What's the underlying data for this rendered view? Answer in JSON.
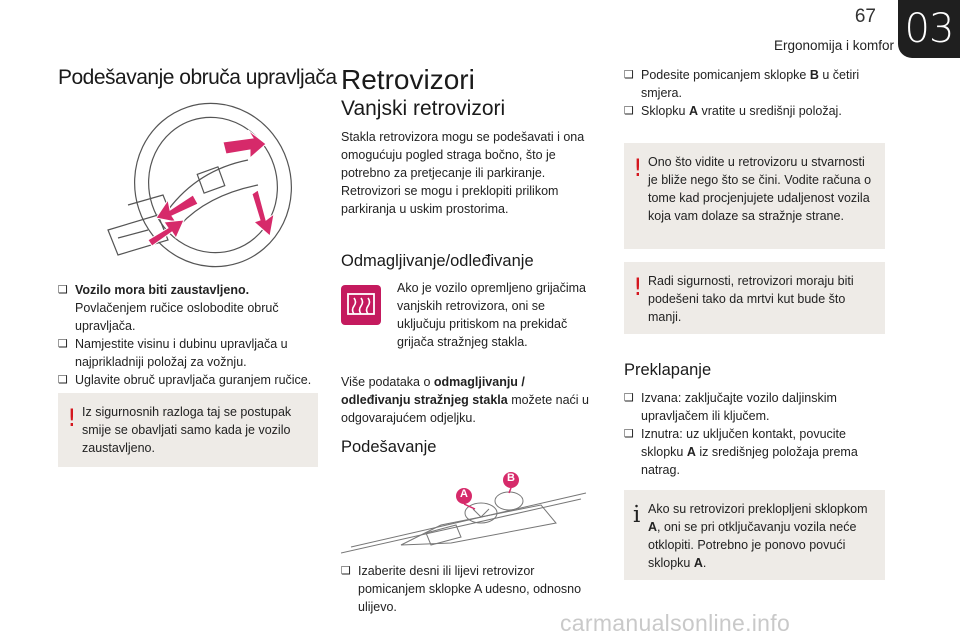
{
  "header": {
    "page_number": "67",
    "section": "Ergonomija i komfor",
    "chapter": "03"
  },
  "col1": {
    "title": "Podešavanje obruča upravljača",
    "bullets": [
      {
        "bold": "Vozilo mora biti zaustavljeno.",
        "text": "Povlačenjem ručice oslobodite obruč upravljača."
      },
      {
        "bold": "",
        "text": "Namjestite visinu i dubinu upravljača u najprikladniji položaj za vožnju."
      },
      {
        "bold": "",
        "text": "Uglavite obruč upravljača guranjem ručice."
      }
    ],
    "warning": "Iz sigurnosnih razloga taj se postupak smije se obavljati samo kada je vozilo zaustavljeno."
  },
  "col2": {
    "title": "Retrovizori",
    "subtitle": "Vanjski retrovizori",
    "intro": "Stakla retrovizora mogu se podešavati i ona omogućuju pogled straga bočno, što je potrebno za pretjecanje ili parkiranje. Retrovizori se mogu i preklopiti prilikom parkiranja u uskim prostorima.",
    "defog_heading": "Odmagljivanje/odleđivanje",
    "defog_text": "Ako je vozilo opremljeno grijačima vanjskih retrovizora, oni se uključuju pritiskom na prekidač grijača stražnjeg stakla.",
    "more_info_pre": "Više podataka o ",
    "more_info_bold": "odmagljivanju / odleđivanju stražnjeg stakla",
    "more_info_post": " možete naći u odgovarajućem odjeljku.",
    "adjust_heading": "Podešavanje",
    "label_a": "A",
    "label_b": "B",
    "adjust_bullet": "Izaberite desni ili lijevi retrovizor pomicanjem sklopke A udesno, odnosno ulijevo."
  },
  "col3": {
    "bullets": [
      {
        "pre": "Podesite pomicanjem sklopke ",
        "bold": "B",
        "post": " u četiri smjera."
      },
      {
        "pre": "Sklopku ",
        "bold": "A",
        "post": " vratite u središnji položaj."
      }
    ],
    "warning1": "Ono što vidite u retrovizoru u stvarnosti je bliže nego što se čini. Vodite računa o tome kad procjenjujete udaljenost vozila koja vam dolaze sa stražnje strane.",
    "warning2": "Radi sigurnosti, retrovizori moraju biti podešeni tako da mrtvi kut bude što manji.",
    "fold_heading": "Preklapanje",
    "fold_bullets": [
      {
        "pre": "Izvana: zaključajte vozilo daljinskim upravljačem ili ključem.",
        "bold": "",
        "post": ""
      },
      {
        "pre": "Iznutra: uz uključen kontakt, povucite sklopku ",
        "bold": "A",
        "post": " iz središnjeg položaja prema natrag."
      }
    ],
    "info_pre": "Ako su retrovizori preklopljeni sklopkom ",
    "info_bold": "A",
    "info_mid": ", oni se pri otključavanju vozila neće otklopiti. Potrebno je ponovo povući sklopku ",
    "info_bold2": "A",
    "info_post": "."
  },
  "watermark": "carmanualsonline.info",
  "colors": {
    "accent_magenta": "#c41a5e",
    "warning_red": "#d4161e",
    "note_bg": "#eeebe7"
  }
}
